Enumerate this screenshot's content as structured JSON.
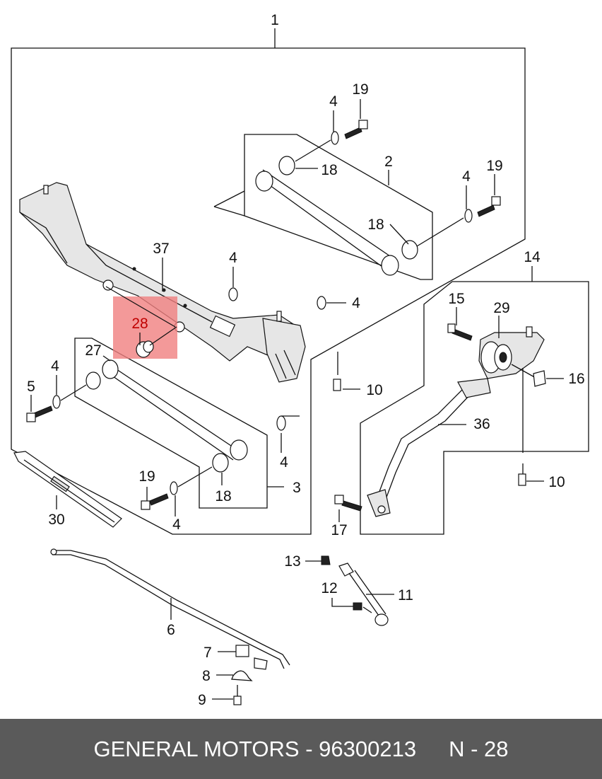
{
  "callouts": {
    "c1": "1",
    "c2": "2",
    "c3": "3",
    "c4": "4",
    "c5": "5",
    "c6": "6",
    "c7": "7",
    "c8": "8",
    "c9": "9",
    "c10": "10",
    "c11": "11",
    "c12": "12",
    "c13": "13",
    "c14": "14",
    "c15": "15",
    "c16": "16",
    "c17": "17",
    "c18": "18",
    "c19": "19",
    "c27": "27",
    "c28": "28",
    "c29": "29",
    "c30": "30",
    "c36": "36",
    "c37": "37"
  },
  "highlight": {
    "part": "28",
    "color": "#f08080"
  },
  "footer": {
    "brand": "GENERAL MOTORS - 96300213",
    "page": "N - 28"
  }
}
